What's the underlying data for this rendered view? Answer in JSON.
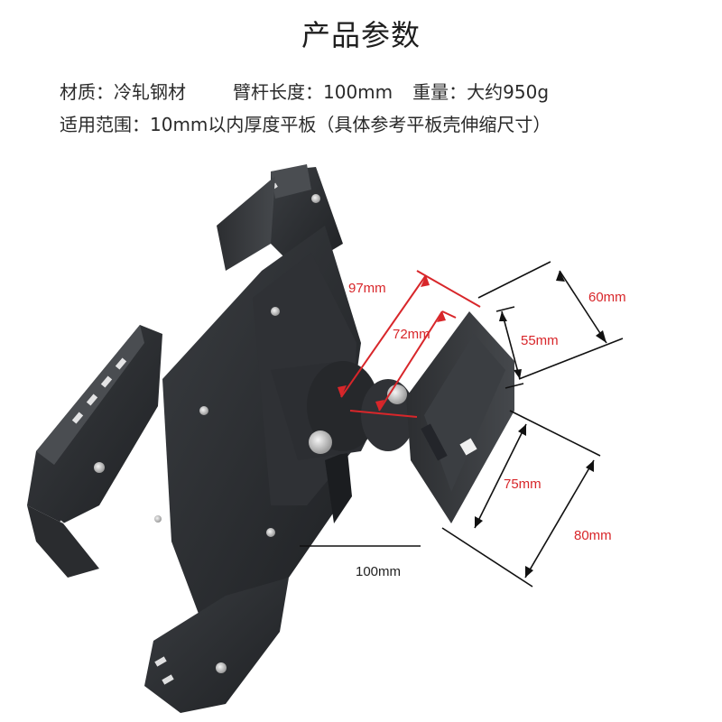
{
  "title": "产品参数",
  "specs": {
    "material": "材质：冷轧钢材",
    "arm_length": "臂杆长度：100mm",
    "weight": "重量：大约950g",
    "range": "适用范围：10mm以内厚度平板（具体参考平板壳伸缩尺寸）"
  },
  "dimensions": {
    "d97": "97mm",
    "d72": "72mm",
    "d60": "60mm",
    "d55": "55mm",
    "d75": "75mm",
    "d80": "80mm",
    "d100": "100mm"
  },
  "colors": {
    "dimension_red": "#d8262a",
    "metal": "#2b2d30"
  }
}
